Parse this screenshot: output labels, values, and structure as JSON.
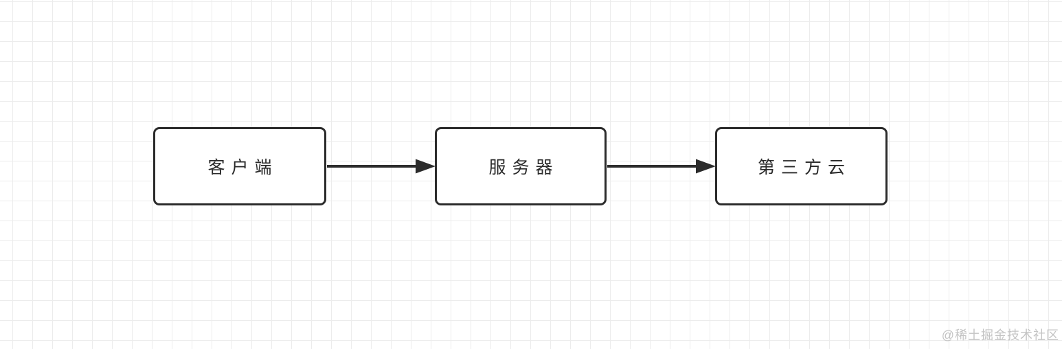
{
  "diagram": {
    "type": "flowchart",
    "nodes": [
      {
        "id": "client",
        "label": "客户端"
      },
      {
        "id": "server",
        "label": "服务器"
      },
      {
        "id": "third_party_cloud",
        "label": "第三方云"
      }
    ],
    "edges": [
      {
        "from": "client",
        "to": "server",
        "style": "solid-arrow"
      },
      {
        "from": "server",
        "to": "third_party_cloud",
        "style": "solid-arrow"
      }
    ],
    "colors": {
      "node_border": "#2b2b2b",
      "node_fill": "#ffffff",
      "node_text": "#2a2a2a",
      "edge_stroke": "#2b2b2b",
      "grid_line": "#ececec",
      "background": "#ffffff",
      "watermark_text": "#c4c4c4"
    }
  },
  "watermark": {
    "text": "@稀土掘金技术社区"
  }
}
